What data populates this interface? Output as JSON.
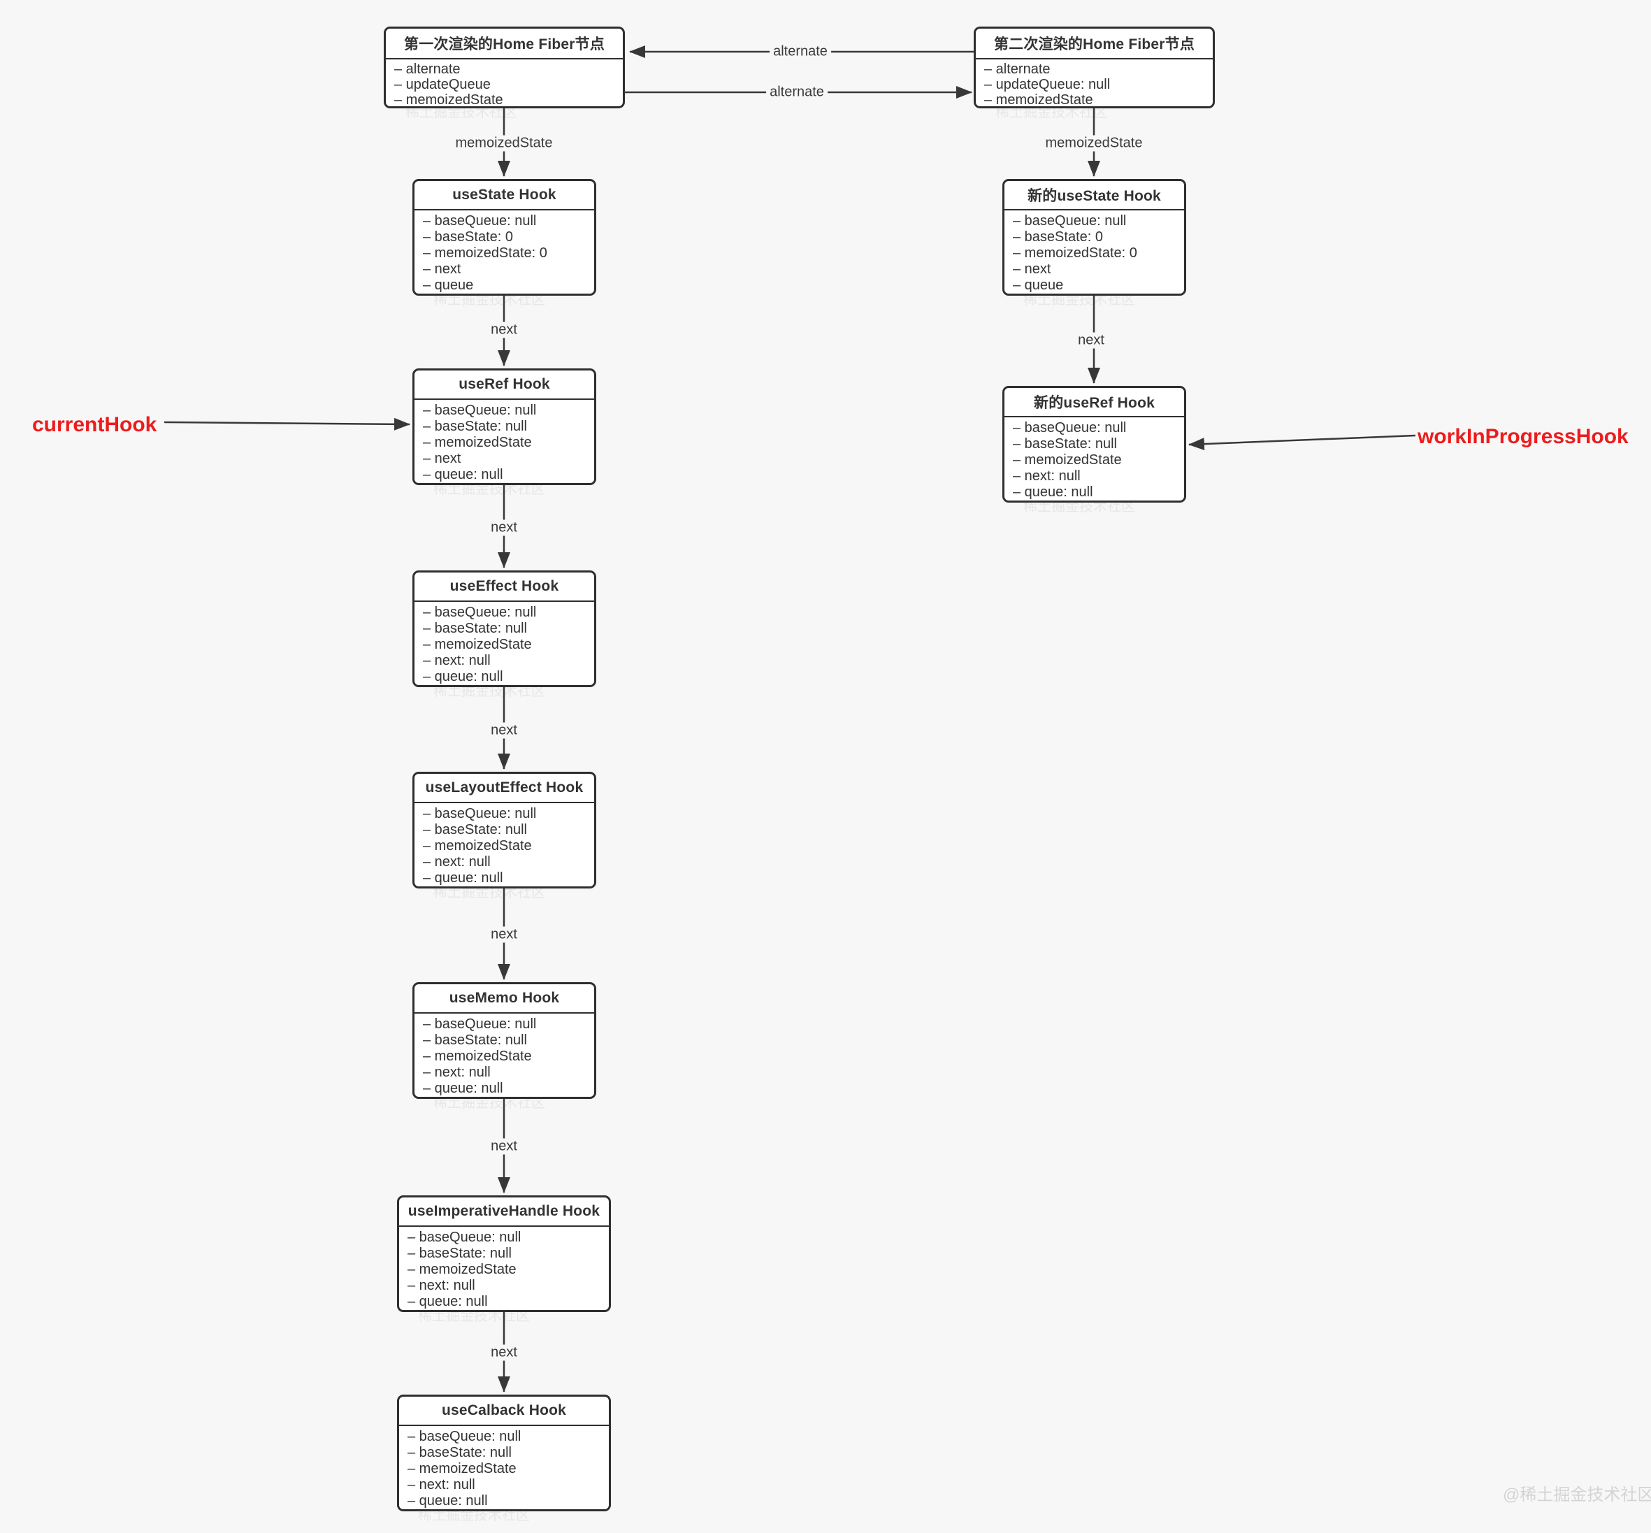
{
  "colors": {
    "background": "#f7f7f8",
    "stroke": "#383838",
    "accent_red": "#ed1c1c",
    "watermark_gray": "#d4d4d4"
  },
  "labels": {
    "alternate": "alternate",
    "memoized_state": "memoizedState",
    "next": "next",
    "current_hook": "currentHook",
    "work_in_progress_hook": "workInProgressHook"
  },
  "watermark": "@稀土掘金技术社区",
  "watermark_tile": "稀土掘金技术社区",
  "nodes": [
    {
      "id": "fiber-first",
      "title": "第一次渲染的Home Fiber节点",
      "fields": [
        "– alternate",
        "– updateQueue",
        "– memoizedState"
      ]
    },
    {
      "id": "fiber-second",
      "title": "第二次渲染的Home Fiber节点",
      "fields": [
        "– alternate",
        "– updateQueue: null",
        "– memoizedState"
      ]
    },
    {
      "id": "usestate",
      "title": "useState Hook",
      "fields": [
        "– baseQueue: null",
        "– baseState: 0",
        "– memoizedState: 0",
        "– next",
        "– queue"
      ]
    },
    {
      "id": "new-usestate",
      "title": "新的useState Hook",
      "fields": [
        "– baseQueue: null",
        "– baseState: 0",
        "– memoizedState: 0",
        "– next",
        "– queue"
      ]
    },
    {
      "id": "useref",
      "title": "useRef Hook",
      "fields": [
        "– baseQueue: null",
        "– baseState: null",
        "– memoizedState",
        "– next",
        "– queue: null"
      ]
    },
    {
      "id": "new-useref",
      "title": "新的useRef Hook",
      "fields": [
        "– baseQueue: null",
        "– baseState: null",
        "– memoizedState",
        "– next: null",
        "– queue: null"
      ]
    },
    {
      "id": "useeffect",
      "title": "useEffect Hook",
      "fields": [
        "– baseQueue: null",
        "– baseState: null",
        "– memoizedState",
        "– next: null",
        "– queue: null"
      ]
    },
    {
      "id": "uselayouteffect",
      "title": "useLayoutEffect Hook",
      "fields": [
        "– baseQueue: null",
        "– baseState: null",
        "– memoizedState",
        "– next: null",
        "– queue: null"
      ]
    },
    {
      "id": "usememo",
      "title": "useMemo Hook",
      "fields": [
        "– baseQueue: null",
        "– baseState: null",
        "– memoizedState",
        "– next: null",
        "– queue: null"
      ]
    },
    {
      "id": "useimperativehandle",
      "title": "useImperativeHandle Hook",
      "fields": [
        "– baseQueue: null",
        "– baseState: null",
        "– memoizedState",
        "– next: null",
        "– queue: null"
      ]
    },
    {
      "id": "usecalback",
      "title": "useCalback Hook",
      "fields": [
        "– baseQueue: null",
        "– baseState: null",
        "– memoizedState",
        "– next: null",
        "– queue: null"
      ]
    }
  ]
}
